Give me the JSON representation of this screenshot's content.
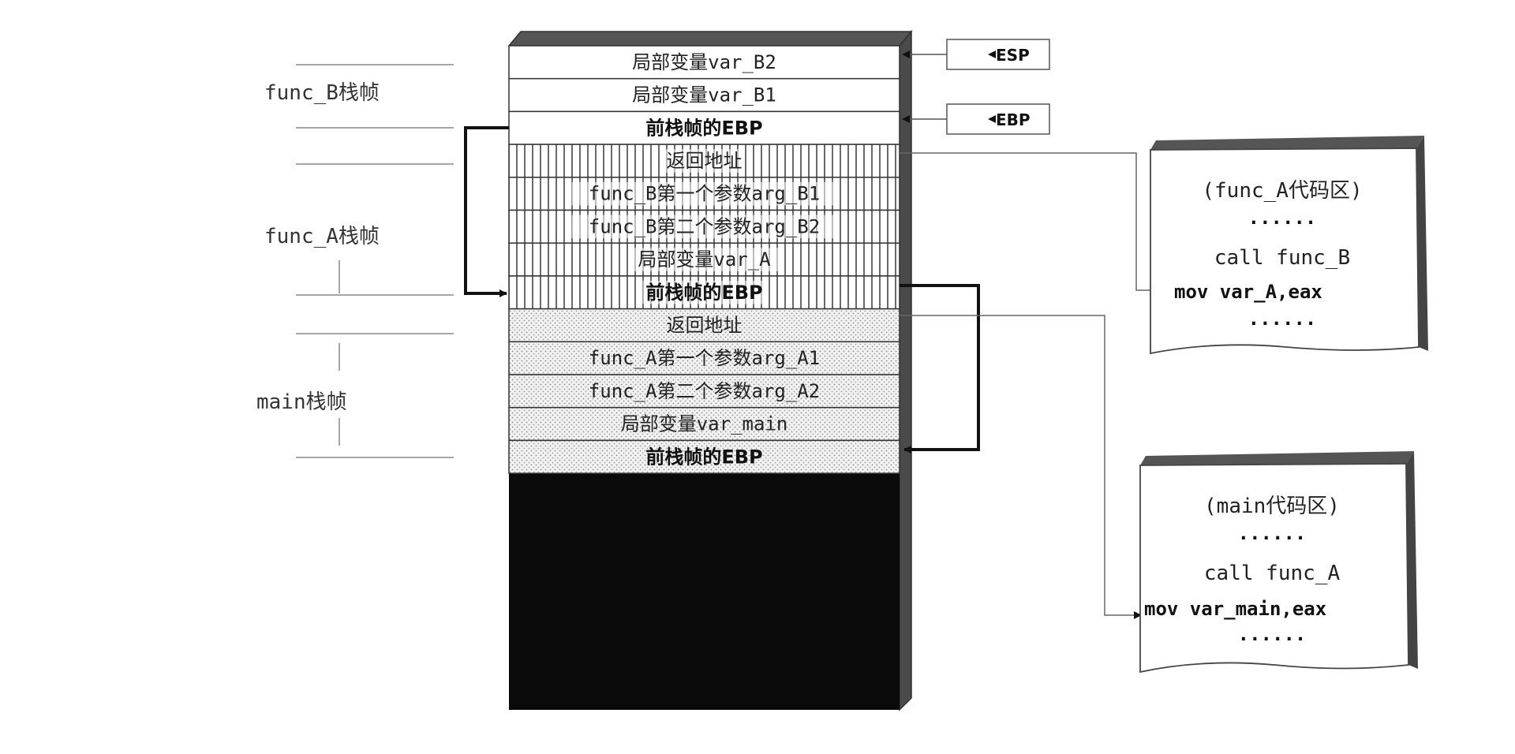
{
  "frames": {
    "func_b": "func_B栈帧",
    "func_a": "func_A栈帧",
    "main": "main栈帧"
  },
  "registers": {
    "esp": "ESP",
    "ebp": "EBP"
  },
  "stack_cells": [
    "局部变量var_B2",
    "局部变量var_B1",
    "前栈帧的EBP",
    "返回地址",
    "func_B第一个参数arg_B1",
    "func_B第二个参数arg_B2",
    "局部变量var_A",
    "前栈帧的EBP",
    "返回地址",
    "func_A第一个参数arg_A1",
    "func_A第二个参数arg_A2",
    "局部变量var_main",
    "前栈帧的EBP"
  ],
  "code_func_a": {
    "title": "(func_A代码区)",
    "dots1": "······",
    "call": "call func_B",
    "mov": "mov var_A,eax",
    "dots2": "······"
  },
  "code_main": {
    "title": "(main代码区)",
    "dots1": "······",
    "call": "call func_A",
    "mov": "mov var_main,eax",
    "dots2": "······"
  },
  "colors": {
    "stack_border": "#333333",
    "stack_top": "#555555",
    "stack_bottom": "#0a0a0a",
    "hatch_a": "#444444",
    "dots_main": "#888888"
  }
}
